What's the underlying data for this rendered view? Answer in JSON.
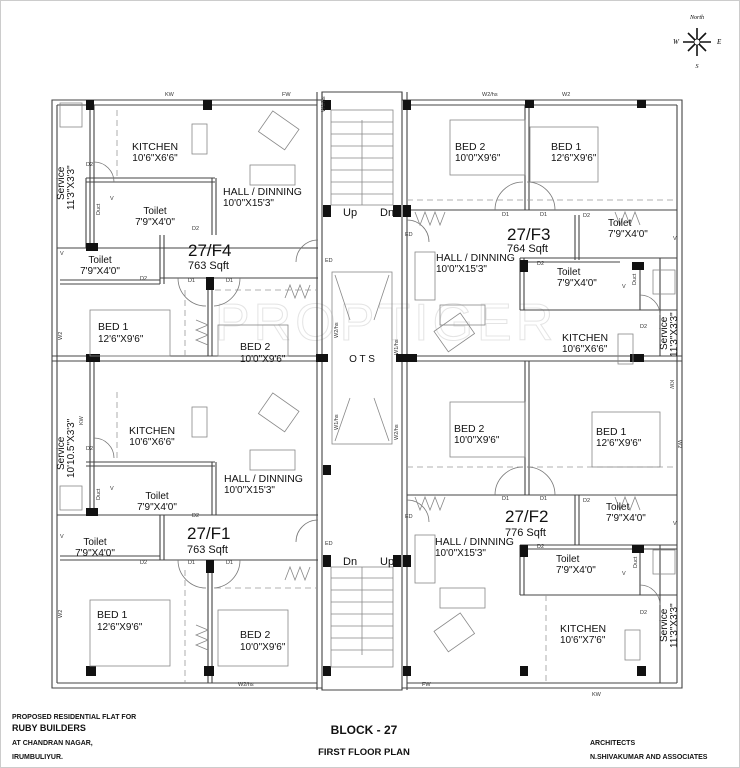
{
  "compass": {
    "north": "North",
    "south": "S",
    "east": "E",
    "west": "W"
  },
  "watermark": "PROPTIGER",
  "small_labels": {
    "d1": "D1",
    "d2": "D2",
    "ed": "ED",
    "kw": "KW",
    "fw": "FW",
    "w2": "W2",
    "w2hs": "W2/hs",
    "w1hs": "W1/hs",
    "v": "V",
    "duct": "Duct"
  },
  "core": {
    "ots": "O T S",
    "up": "Up",
    "dn": "Dn"
  },
  "flats": {
    "f4": {
      "name": "27/F4",
      "area": "763 Sqft",
      "kitchen": {
        "label": "KITCHEN",
        "size": "10'6\"X6'6\""
      },
      "hall": {
        "label": "HALL / DINNING",
        "size": "10'0\"X15'3\""
      },
      "toilet_a": {
        "label": "Toilet",
        "size": "7'9\"X4'0\""
      },
      "toilet_b": {
        "label": "Toilet",
        "size": "7'9\"X4'0\""
      },
      "bed1": {
        "label": "BED 1",
        "size": "12'6\"X9'6\""
      },
      "bed2": {
        "label": "BED 2",
        "size": "10'0\"X9'6\""
      },
      "service": {
        "label": "Service",
        "size": "11'3\"X3'3\""
      }
    },
    "f3": {
      "name": "27/F3",
      "area": "764 Sqft",
      "kitchen": {
        "label": "KITCHEN",
        "size": "10'6\"X6'6\""
      },
      "hall": {
        "label": "HALL / DINNING",
        "size": "10'0\"X15'3\""
      },
      "toilet_a": {
        "label": "Toilet",
        "size": "7'9\"X4'0\""
      },
      "toilet_b": {
        "label": "Toilet",
        "size": "7'9\"X4'0\""
      },
      "bed1": {
        "label": "BED 1",
        "size": "12'6\"X9'6\""
      },
      "bed2": {
        "label": "BED 2",
        "size": "10'0\"X9'6\""
      },
      "service": {
        "label": "Service",
        "size": "11'3\"X3'3\""
      }
    },
    "f1": {
      "name": "27/F1",
      "area": "763 Sqft",
      "kitchen": {
        "label": "KITCHEN",
        "size": "10'6\"X6'6\""
      },
      "hall": {
        "label": "HALL / DINNING",
        "size": "10'0\"X15'3\""
      },
      "toilet_a": {
        "label": "Toilet",
        "size": "7'9\"X4'0\""
      },
      "toilet_b": {
        "label": "Toilet",
        "size": "7'9\"X4'0\""
      },
      "bed1": {
        "label": "BED 1",
        "size": "12'6\"X9'6\""
      },
      "bed2": {
        "label": "BED 2",
        "size": "10'0\"X9'6\""
      },
      "service": {
        "label": "Service",
        "size": "10'10.5\"X3'3\""
      }
    },
    "f2": {
      "name": "27/F2",
      "area": "776 Sqft",
      "kitchen": {
        "label": "KITCHEN",
        "size": "10'6\"X7'6\""
      },
      "hall": {
        "label": "HALL / DINNING",
        "size": "10'0\"X15'3\""
      },
      "toilet_a": {
        "label": "Toilet",
        "size": "7'9\"X4'0\""
      },
      "toilet_b": {
        "label": "Toilet",
        "size": "7'9\"X4'0\""
      },
      "bed1": {
        "label": "BED 1",
        "size": "12'6\"X9'6\""
      },
      "bed2": {
        "label": "BED 2",
        "size": "10'0\"X9'6\""
      },
      "service": {
        "label": "Service",
        "size": "11'3\"X3'3\""
      }
    }
  },
  "footer": {
    "proposed": "PROPOSED RESIDENTIAL FLAT FOR",
    "builder": "RUBY BUILDERS",
    "address1": "AT CHANDRAN NAGAR,",
    "address2": "IRUMBULIYUR.",
    "block": "BLOCK - 27",
    "plan": "FIRST FLOOR PLAN",
    "architects_label": "ARCHITECTS",
    "architects": "N.SHIVAKUMAR AND ASSOCIATES"
  }
}
